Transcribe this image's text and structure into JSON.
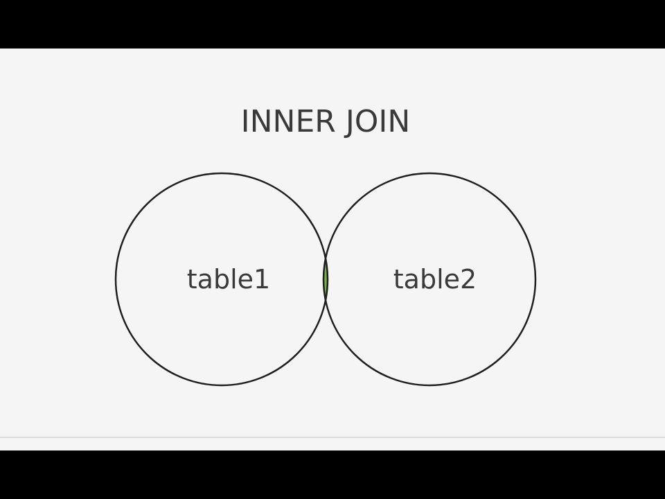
{
  "diagram": {
    "title": "INNER JOIN",
    "left_set_label": "table1",
    "right_set_label": "table2",
    "highlight": "intersection",
    "colors": {
      "background": "#f5f5f5",
      "letterbox": "#000000",
      "stroke": "#1f1f1f",
      "intersection_fill": "#76b043",
      "text": "#3a3a3a"
    }
  }
}
